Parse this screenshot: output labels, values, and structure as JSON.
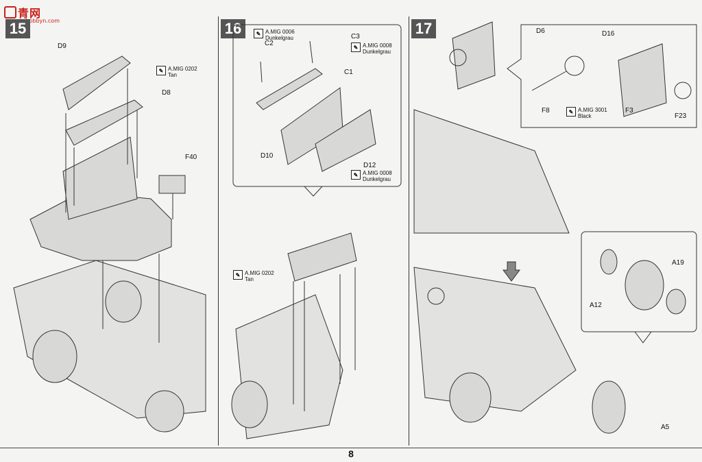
{
  "watermark": {
    "text": "青网",
    "site": "www.hobbyn.com"
  },
  "page_number": "8",
  "steps": [
    {
      "number": "15",
      "parts": [
        "D9",
        "D8",
        "F40"
      ],
      "paint": {
        "code": "A.MIG 0202",
        "name": "Tan"
      }
    },
    {
      "number": "16",
      "parts": [
        "C2",
        "C3",
        "C1",
        "D10",
        "D12"
      ],
      "paints": [
        {
          "code": "A.MIG 0006",
          "name": "Dunkelgrau"
        },
        {
          "code": "A.MIG 0008",
          "name": "Dunkelgrau"
        },
        {
          "code": "A.MIG 0008",
          "name": "Dunkelgrau"
        },
        {
          "code": "A.MIG 0202",
          "name": "Tan"
        }
      ]
    },
    {
      "number": "17",
      "parts": [
        "D6",
        "D16",
        "F8",
        "F3",
        "F23",
        "A19",
        "A12",
        "A5"
      ],
      "paint": {
        "code": "A.MIG 3001",
        "name": "Black"
      }
    }
  ],
  "icons": {
    "paint": "paint-icon"
  }
}
